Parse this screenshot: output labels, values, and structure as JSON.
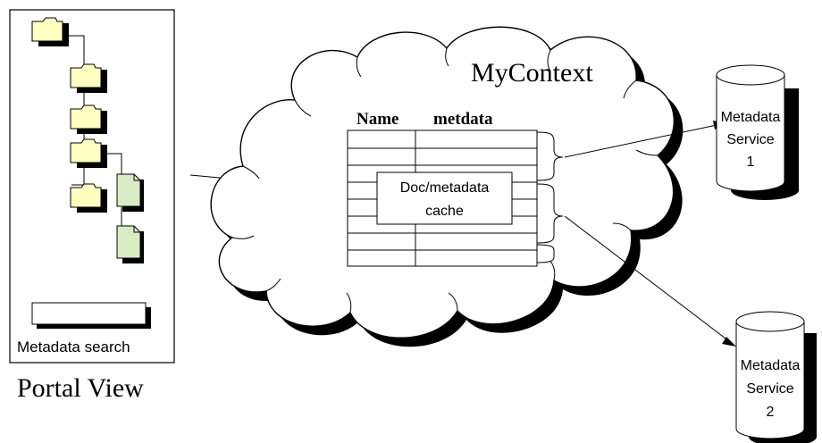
{
  "portal": {
    "title": "Portal View",
    "search_label": "Metadata search"
  },
  "cloud": {
    "title": "MyContext",
    "table": {
      "col_name": "Name",
      "col_metadata": "metdata"
    },
    "cache": {
      "line1": "Doc/metadata",
      "line2": "cache"
    }
  },
  "services": [
    {
      "line1": "Metadata",
      "line2": "Service",
      "line3": "1"
    },
    {
      "line1": "Metadata",
      "line2": "Service",
      "line3": "2"
    }
  ],
  "colors": {
    "folder_fill": "#ffffc0",
    "document_fill": "#d8ecc4",
    "shadow": "#000000",
    "stroke": "#000000"
  }
}
